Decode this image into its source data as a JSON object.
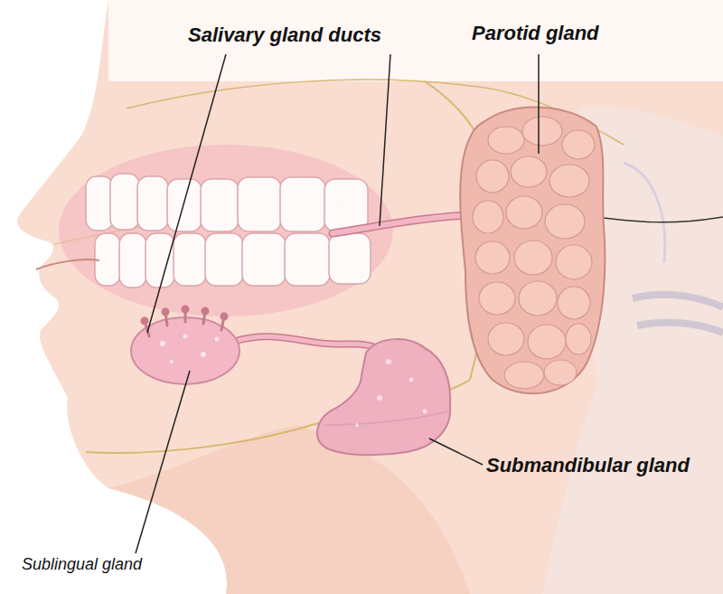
{
  "diagram": {
    "labels": [
      "Salivary gland ducts",
      "Parotid gland",
      "Submandibular gland",
      "Sublingual gland"
    ]
  }
}
